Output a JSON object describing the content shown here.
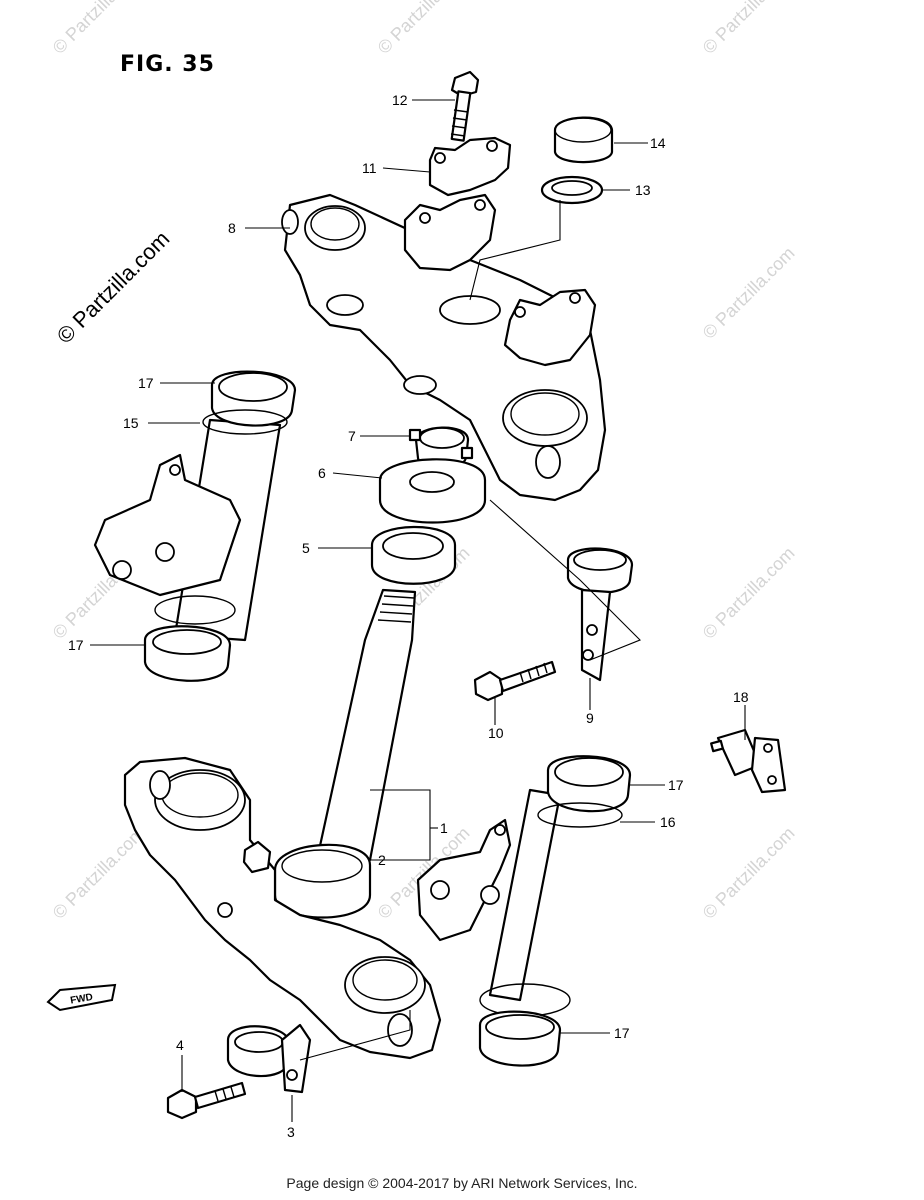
{
  "figure_title": "FIG. 35",
  "watermark_main": "© Partzilla.com",
  "watermark_small": "© Partzilla.com",
  "fwd_marker": "FWD",
  "footer": "Page design © 2004-2017 by ARI Network Services, Inc.",
  "callouts": [
    "1",
    "2",
    "3",
    "4",
    "5",
    "6",
    "7",
    "8",
    "9",
    "10",
    "11",
    "12",
    "13",
    "14",
    "15",
    "16",
    "17",
    "17",
    "17",
    "17",
    "18"
  ]
}
